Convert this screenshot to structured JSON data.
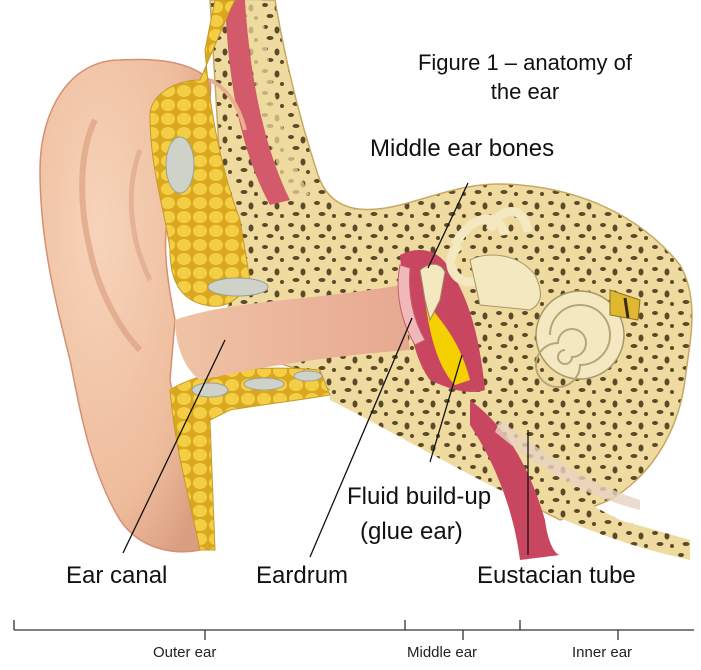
{
  "figure": {
    "title_line1": "Figure 1 – anatomy of",
    "title_line2": "the ear"
  },
  "labels": {
    "middle_ear_bones": "Middle ear bones",
    "fluid_line1": "Fluid build-up",
    "fluid_line2": "(glue ear)",
    "ear_canal": "Ear canal",
    "eardrum": "Eardrum",
    "eustachian_tube": "Eustacian tube"
  },
  "scale": {
    "sections": [
      "Outer ear",
      "Middle ear",
      "Inner ear"
    ]
  },
  "colors": {
    "skin": "#f1c4a4",
    "skin_shadow": "#d89a7c",
    "bone": "#efdba0",
    "bone_pore": "#5a4a2a",
    "fat": "#f2c83a",
    "fluid": "#f5d000",
    "muscle": "#c94660",
    "cochlea": "#f3e8c0"
  }
}
